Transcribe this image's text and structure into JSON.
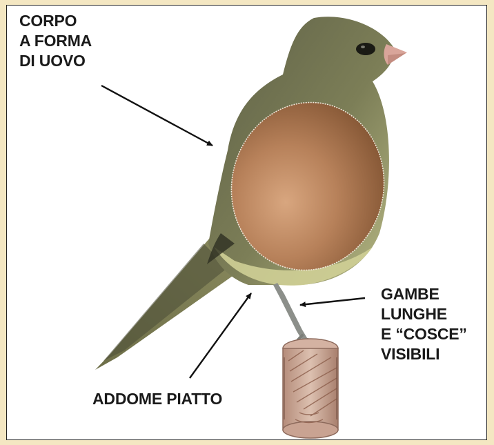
{
  "annotations": {
    "body_shape": [
      "CORPO",
      "A FORMA",
      "DI UOVO"
    ],
    "legs": [
      "GAMBE",
      "LUNGHE",
      "E “COSCE”",
      "VISIBILI"
    ],
    "abdomen": "ADDOME PIATTO"
  },
  "colors": {
    "page_background": "#f4e7c2",
    "frame_background": "#ffffff",
    "bird_plumage": "#6c6f4e",
    "bird_belly": "#c9c98d",
    "egg_overlay": "#b07a52",
    "beak": "#d9a59a",
    "perch": "#c9a392",
    "arrow": "#111111",
    "text": "#1a1a1a"
  }
}
